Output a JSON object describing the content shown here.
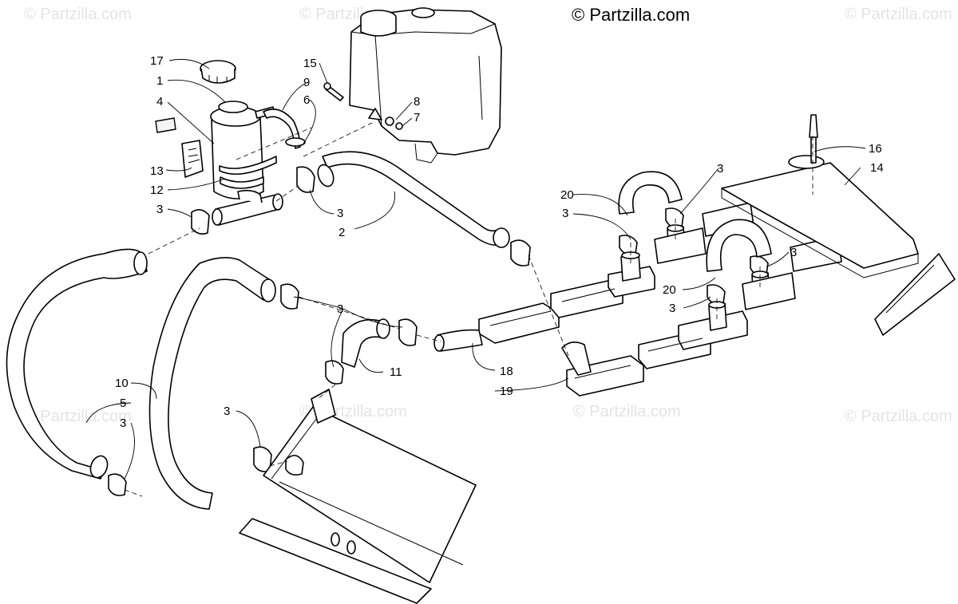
{
  "brand": "© Partzilla.com",
  "watermark": "© Partzilla.com",
  "callouts": {
    "c1": "1",
    "c2": "2",
    "c3": "3",
    "c4": "4",
    "c5": "5",
    "c6": "6",
    "c7": "7",
    "c8": "8",
    "c9": "9",
    "c10": "10",
    "c11": "11",
    "c12": "12",
    "c13": "13",
    "c14": "14",
    "c15": "15",
    "c16": "16",
    "c17": "17",
    "c18": "18",
    "c19": "19",
    "c20": "20"
  }
}
